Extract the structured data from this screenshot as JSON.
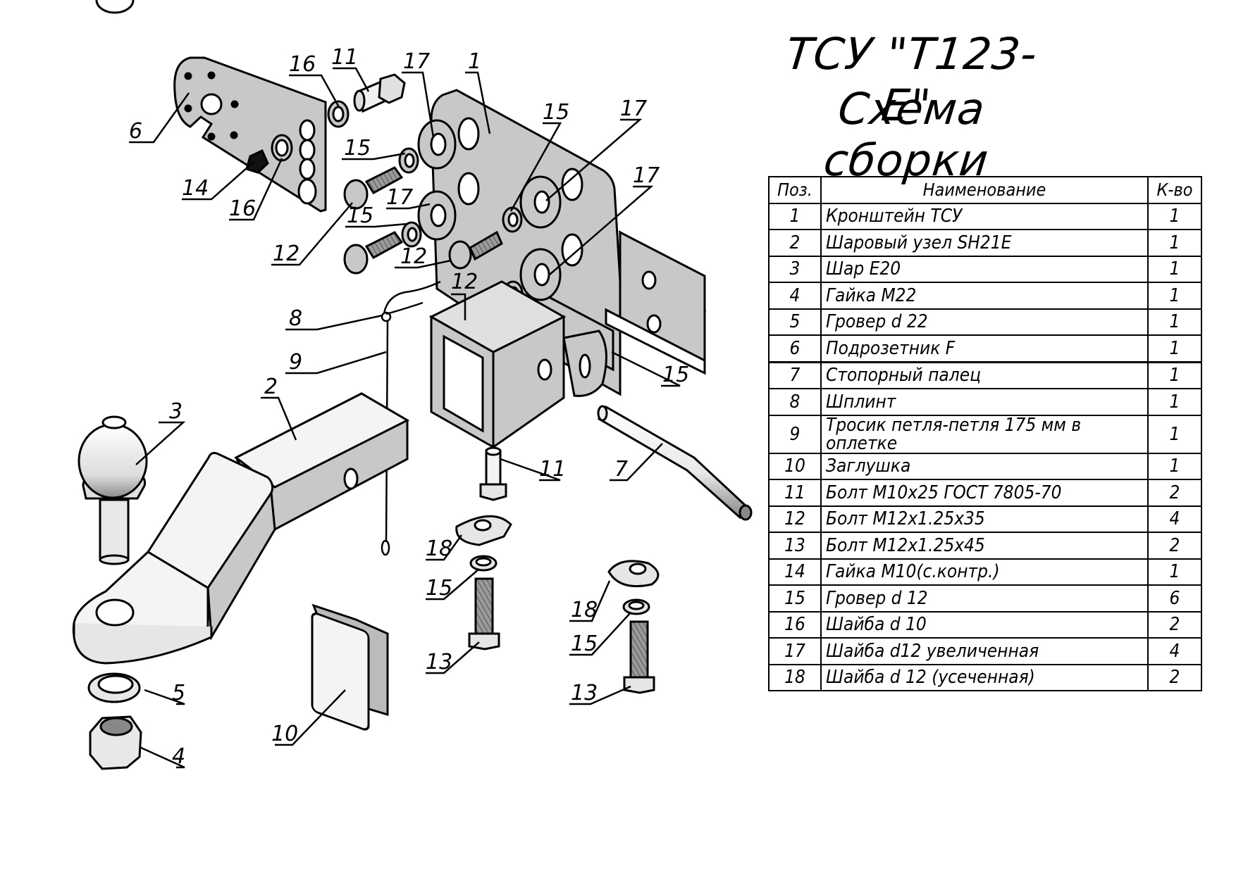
{
  "title": {
    "line1": "ТСУ \"Т123-Е\"",
    "line2": "Схема сборки"
  },
  "table": {
    "headers": {
      "pos": "Поз.",
      "name": "Наименование",
      "qty": "К-во"
    },
    "rows": [
      {
        "pos": "1",
        "name": "Кронштейн ТСУ",
        "qty": "1"
      },
      {
        "pos": "2",
        "name": "Шаровый узел SH21E",
        "qty": "1"
      },
      {
        "pos": "3",
        "name": "Шар E20",
        "qty": "1"
      },
      {
        "pos": "4",
        "name": "Гайка М22",
        "qty": "1"
      },
      {
        "pos": "5",
        "name": "Гровер d 22",
        "qty": "1"
      },
      {
        "pos": "6",
        "name": "Подрозетник F",
        "qty": "1"
      },
      {
        "pos": "7",
        "name": "Стопорный палец",
        "qty": "1"
      },
      {
        "pos": "8",
        "name": "Шплинт",
        "qty": "1"
      },
      {
        "pos": "9",
        "name": "Тросик петля-петля 175 мм в оплетке",
        "qty": "1"
      },
      {
        "pos": "10",
        "name": "Заглушка",
        "qty": "1"
      },
      {
        "pos": "11",
        "name": "Болт М10x25 ГОСТ 7805-70",
        "qty": "2"
      },
      {
        "pos": "12",
        "name": "Болт М12x1.25x35",
        "qty": "4"
      },
      {
        "pos": "13",
        "name": "Болт М12x1.25x45",
        "qty": "2"
      },
      {
        "pos": "14",
        "name": "Гайка М10(с.контр.)",
        "qty": "1"
      },
      {
        "pos": "15",
        "name": "Гровер d 12",
        "qty": "6"
      },
      {
        "pos": "16",
        "name": "Шайба d 10",
        "qty": "2"
      },
      {
        "pos": "17",
        "name": "Шайба d12 увеличенная",
        "qty": "4"
      },
      {
        "pos": "18",
        "name": "Шайба d 12 (усеченная)",
        "qty": "2"
      }
    ]
  },
  "callouts": {
    "l1": "1",
    "l2": "2",
    "l3": "3",
    "l4": "4",
    "l5": "5",
    "l6": "6",
    "l7": "7",
    "l8": "8",
    "l9": "9",
    "l10": "10",
    "l11a": "11",
    "l11b": "11",
    "l12a": "12",
    "l12b": "12",
    "l12c": "12",
    "l13a": "13",
    "l13b": "13",
    "l14": "14",
    "l15a": "15",
    "l15b": "15",
    "l15c": "15",
    "l15d": "15",
    "l15e": "15",
    "l15f": "15",
    "l16a": "16",
    "l16b": "16",
    "l17a": "17",
    "l17b": "17",
    "l17c": "17",
    "l17d": "17",
    "l18a": "18",
    "l18b": "18"
  },
  "colors": {
    "part_fill": "#c8c8c8",
    "part_light": "#ececec",
    "line": "#000000"
  }
}
